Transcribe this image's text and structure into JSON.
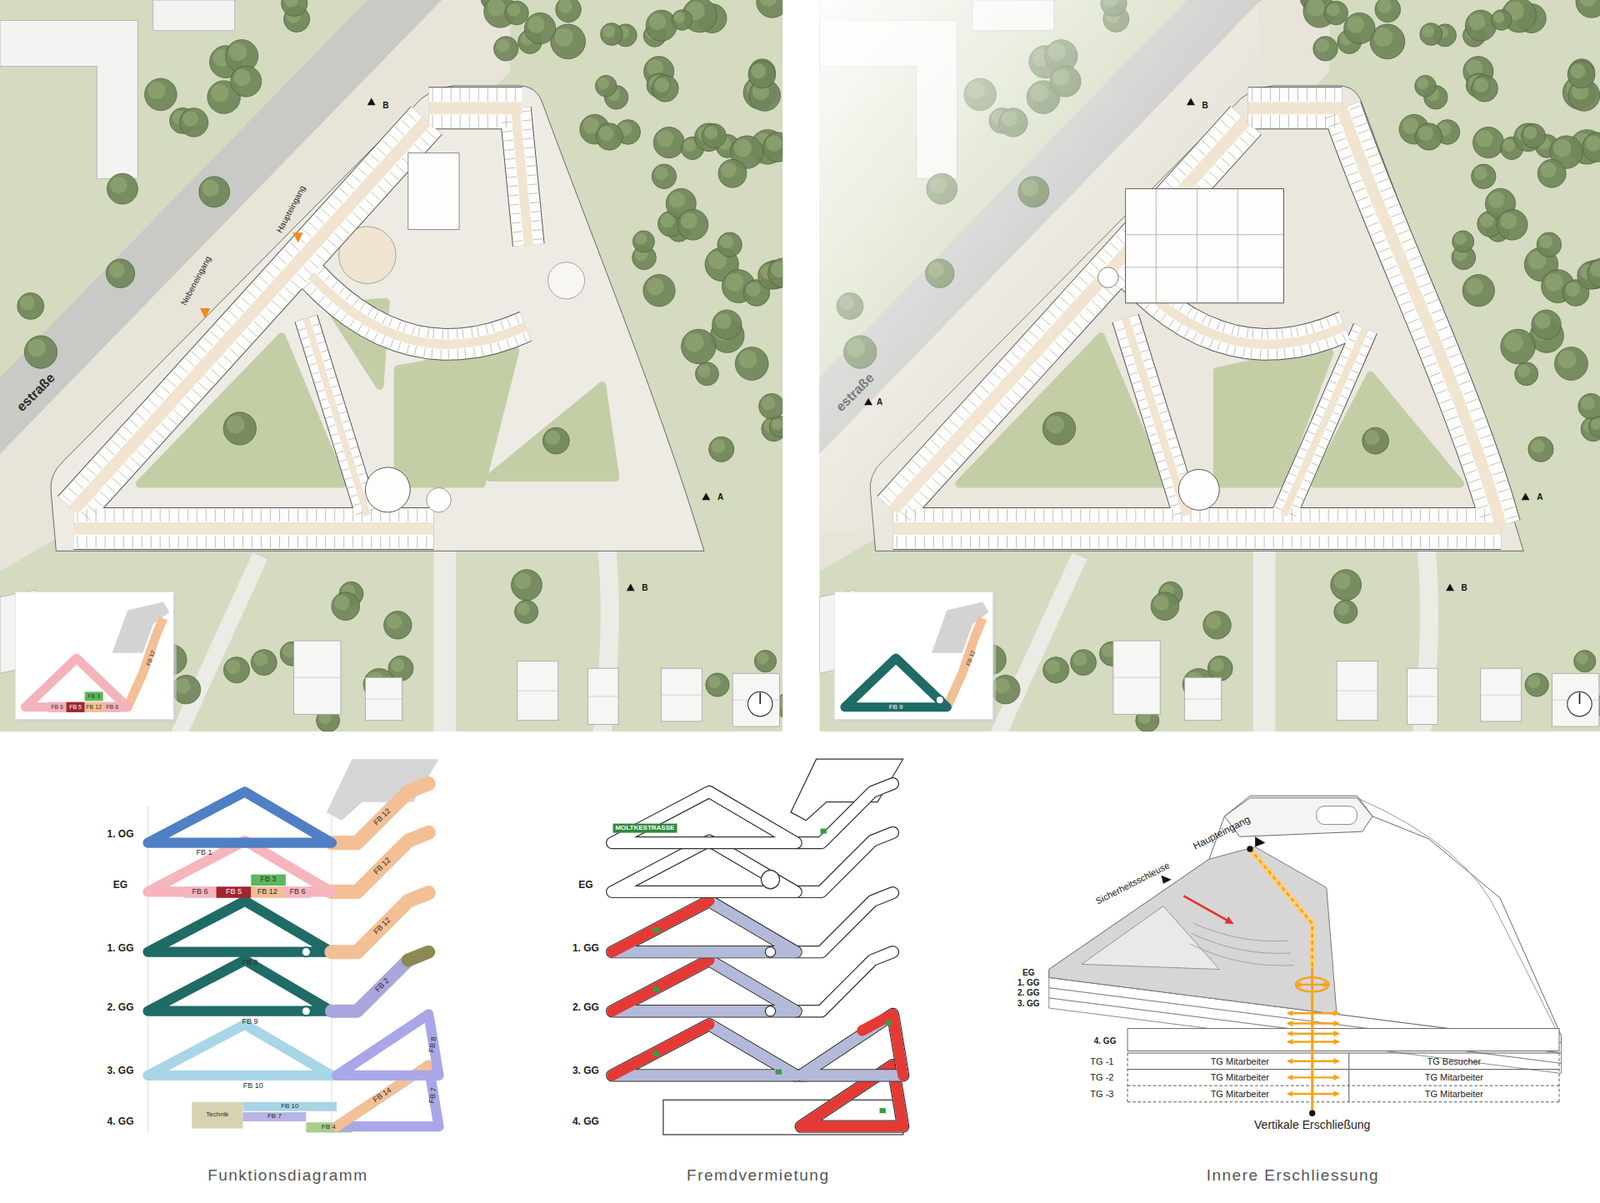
{
  "diagram": {
    "labels": [
      "Haupteingang",
      "Nebeneingang",
      "estraße",
      "B",
      "A",
      "B",
      "FB 12",
      "FB 3",
      "FB 6",
      "FB 5",
      "FB 12",
      "FB 6",
      "estraße",
      "A",
      "B",
      "A",
      "B",
      "FB 12",
      "FB 9",
      "1. OG",
      "FB 1",
      "FB 12",
      "EG",
      "FB 3",
      "FB 6",
      "FB 5",
      "FB 12",
      "FB 6",
      "FB 12",
      "1. GG",
      "FB 9",
      "FB 12",
      "2. GG",
      "FB 2",
      "FB 9",
      "3. GG",
      "FB 10",
      "FB 8",
      "4. GG",
      "Technik",
      "FB 10",
      "FB 7",
      "FB 14",
      "FB 4",
      "FB 7",
      "Funktionsdiagramm",
      "MOLTKESTRASSE",
      "EG",
      "1. GG",
      "2. GG",
      "3. GG",
      "4. GG",
      "Fremdvermietung",
      "Sicherheitsschleuse",
      "Haupteingang",
      "EG",
      "1. GG",
      "2. GG",
      "3. GG",
      "4. GG",
      "TG -1",
      "TG Mitarbeiter",
      "TG Besucher",
      "TG -2",
      "TG Mitarbeiter",
      "TG Mitarbeiter",
      "TG -3",
      "TG Mitarbeiter",
      "TG Mitarbeiter",
      "Vertikale Erschließung",
      "Innere Erschliessung"
    ]
  }
}
